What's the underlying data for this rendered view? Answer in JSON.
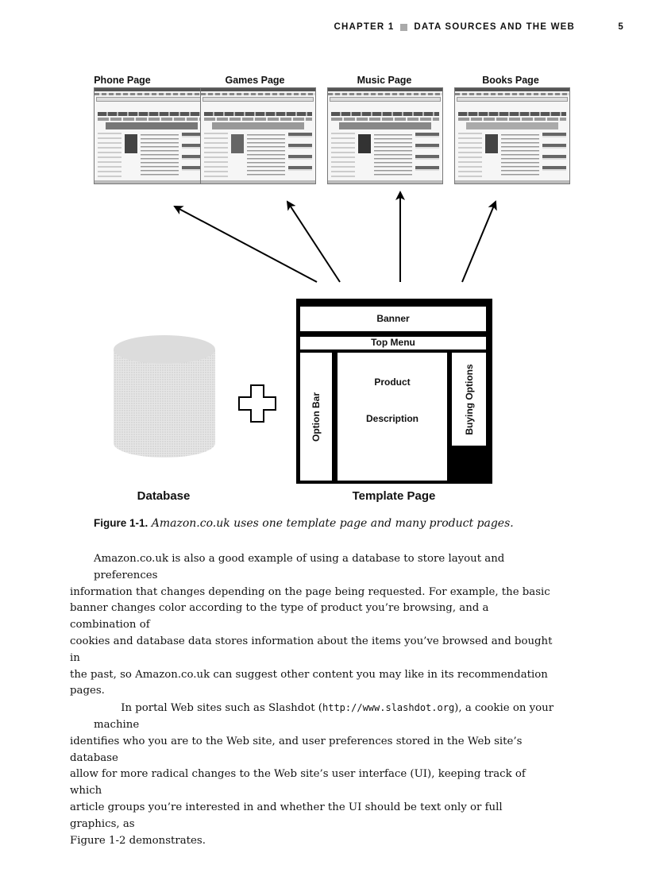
{
  "header": {
    "chapter": "CHAPTER 1",
    "section": "DATA SOURCES AND THE WEB",
    "page_number": "5"
  },
  "figure": {
    "thumbnails": [
      {
        "label": "Phone Page"
      },
      {
        "label": "Games Page"
      },
      {
        "label": "Music Page"
      },
      {
        "label": "Books Page"
      }
    ],
    "template": {
      "banner": "Banner",
      "top_menu": "Top Menu",
      "option_bar": "Option Bar",
      "product_line1": "Product",
      "product_line2": "Description",
      "buying_options": "Buying Options"
    },
    "database_label": "Database",
    "template_label": "Template Page",
    "plus_symbol": "+",
    "caption_number": "Figure 1-1.",
    "caption_text": "Amazon.co.uk uses one template page and many product pages."
  },
  "body": {
    "p1_lines": [
      "Amazon.co.uk is also a good example of using a database to store layout and preferences",
      "information that changes depending on the page being requested. For example, the basic",
      "banner changes color according to the type of product you’re browsing, and a combination of",
      "cookies and database data stores information about the items you’ve browsed and bought in",
      "the past, so Amazon.co.uk can suggest other content you may like in its recommendation pages."
    ],
    "p2_line1_a": "In portal Web sites such as Slashdot (",
    "p2_url": "http://www.slashdot.org",
    "p2_line1_b": "), a cookie on your machine",
    "p2_lines": [
      "identifies who you are to the Web site, and user preferences stored in the Web site’s database",
      "allow for more radical changes to the Web site’s user interface (UI), keeping track of which",
      "article groups you’re interested in and whether the UI should be text only or full graphics, as",
      "Figure 1-2 demonstrates."
    ]
  }
}
